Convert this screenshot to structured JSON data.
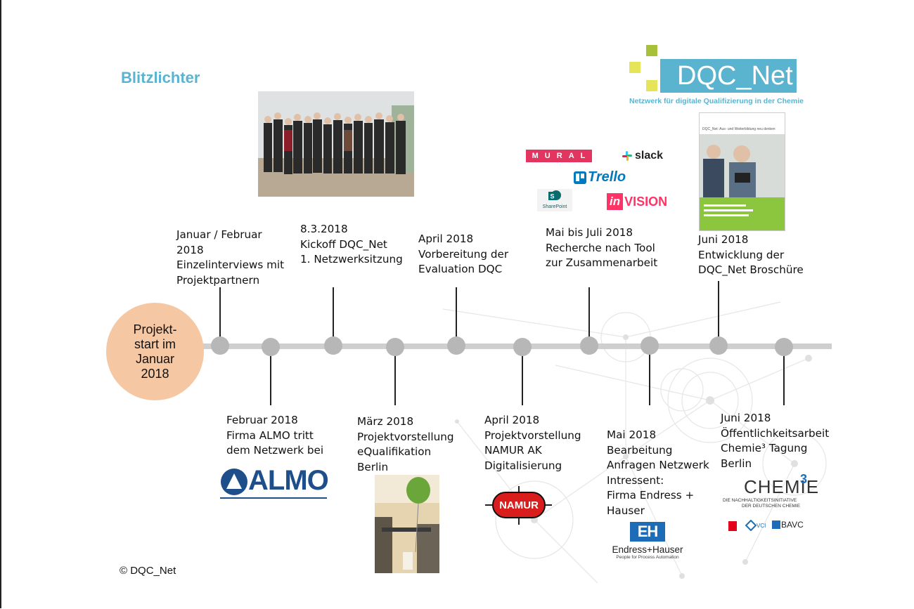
{
  "title": "Blitzlichter",
  "copyright": "©  DQC_Net",
  "start_label": "Projekt-\nstart im\nJanuar\n2018",
  "dqc_logo": {
    "name": "DQC_Net",
    "tagline": "Netzwerk für digitale Qualifizierung in der Chemie"
  },
  "events_top": [
    {
      "text": "Januar / Februar\n2018\nEinzelinterviews mit\nProjektpartnern"
    },
    {
      "text": "8.3.2018\nKickoff DQC_Net\n1. Netzwerksitzung"
    },
    {
      "text": "April 2018\nVorbereitung der\nEvaluation DQC"
    },
    {
      "text": "Mai bis Juli 2018\nRecherche nach Tool\nzur Zusammenarbeit"
    },
    {
      "text": "Juni 2018\nEntwicklung der\nDQC_Net Broschüre"
    }
  ],
  "events_bottom": [
    {
      "text": "Februar 2018\nFirma ALMO tritt\ndem Netzwerk bei"
    },
    {
      "text": "März 2018\nProjektvorstellung\neQualifikation\nBerlin"
    },
    {
      "text": "April 2018\nProjektvorstellung\nNAMUR AK\nDigitalisierung"
    },
    {
      "text": "Mai 2018\nBearbeitung\nAnfragen Netzwerk\nIntressent:\nFirma Endress +\nHauser"
    },
    {
      "text": "Juni 2018\nÖffentlichkeitsarbeit\nChemie³ Tagung\nBerlin"
    }
  ],
  "logos": {
    "almo": "ALMO",
    "namur": "NAMUR",
    "endress_mark": "EH",
    "endress_name": "Endress+Hauser",
    "endress_tag": "People for Process Automation",
    "chemie": "CHEMIE",
    "chemie_sup": "3",
    "chemie_sub1": "DIE NACHHALTIGKEITSINITIATIVE",
    "chemie_sub2": "DER DEUTSCHEN CHEMIE",
    "bavc": "BAVC",
    "vci": "VCI",
    "mural": "MURAL",
    "slack": "slack",
    "trello": "Trello",
    "sharepoint": "SharePoint",
    "invision_in": "in",
    "invision_rest": "VISION",
    "brochure_head": "DQC_Net: Aus- und Weiterbildung neu denken"
  },
  "colors": {
    "accent": "#5bb4cf",
    "start_fill": "#f6c7a3",
    "dqc_teal": "#5bb4cf",
    "dqc_green": "#a7c13a",
    "dqc_yellow": "#e6e55a"
  }
}
